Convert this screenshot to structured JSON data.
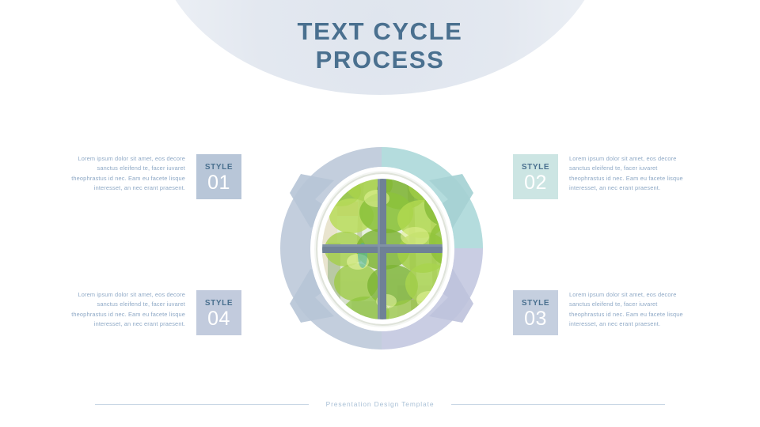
{
  "slide": {
    "background_color": "#ffffff",
    "accent_color": "#4a708f",
    "body_text_color": "#8fa9c6"
  },
  "title": {
    "line1": "TEXT CYCLE",
    "line2": "PROCESS"
  },
  "center_graphic": {
    "name": "cycle-diagram",
    "photo_description": "round-window-with-green-trees",
    "quadrants": [
      {
        "position": "top-left",
        "color": "#c3cedd"
      },
      {
        "position": "top-right",
        "color": "#b4dcdd"
      },
      {
        "position": "bottom-right",
        "color": "#c9cde3"
      },
      {
        "position": "bottom-left",
        "color": "#c3cedd"
      }
    ],
    "window": {
      "frame_color": "#ffffff",
      "mullion_color": "#6a7c90",
      "foliage_colors": [
        "#9ecb3d",
        "#c8dd52",
        "#6fae34",
        "#e3ef9a"
      ]
    }
  },
  "items": [
    {
      "number": "01",
      "style_label": "STYLE",
      "badge_color": "#b8c6d8",
      "side": "left",
      "body": "Lorem ipsum dolor sit amet, eos decore sanctus eleifend te, facer iuvaret theophrastus id nec. Eam eu facete lisque interesset, an nec erant praesent."
    },
    {
      "number": "02",
      "style_label": "STYLE",
      "badge_color": "#cce5e3",
      "side": "right",
      "body": "Lorem ipsum dolor sit amet, eos decore sanctus eleifend te, facer iuvaret theophrastus id nec. Eam eu facete lisque interesset, an nec erant praesent."
    },
    {
      "number": "03",
      "style_label": "STYLE",
      "badge_color": "#c5cfdf",
      "side": "right",
      "body": "Lorem ipsum dolor sit amet, eos decore sanctus eleifend te, facer iuvaret theophrastus id nec. Eam eu facete lisque interesset, an nec erant praesent."
    },
    {
      "number": "04",
      "style_label": "STYLE",
      "badge_color": "#c2cbdd",
      "side": "left",
      "body": "Lorem ipsum dolor sit amet, eos decore sanctus eleifend te, facer iuvaret theophrastus id nec. Eam eu facete lisque interesset, an nec erant praesent."
    }
  ],
  "footer": {
    "text": "Presentation  Design  Template",
    "rule_color": "#c9d7e5"
  }
}
